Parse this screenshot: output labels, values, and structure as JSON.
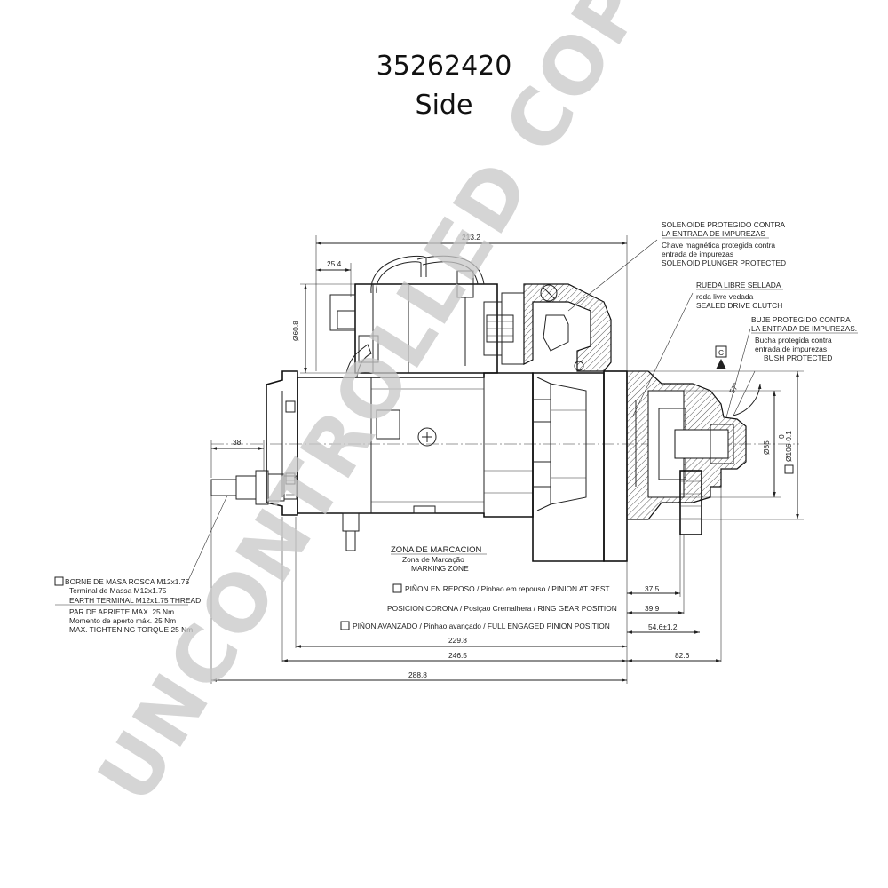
{
  "header": {
    "part_number": "35262420",
    "view": "Side"
  },
  "watermark": "UNCONTROLLED COPY",
  "dimensions": {
    "overall_top": "213.2",
    "terminal_offset": "25.4",
    "solenoid_dia": "Ø60.8",
    "left_stub": "38",
    "flange_dia": "Ø85",
    "pilot_dia": "Ø106-0.1",
    "pilot_dia_prefix": "0",
    "angle": "57°",
    "datum": "C",
    "pinion_rest": "37.5",
    "ring_gear": "39.9",
    "pinion_engaged": "54.6±1.2",
    "d229": "229.8",
    "d246": "246.5",
    "d82": "82.6",
    "d288": "288.8"
  },
  "callouts": {
    "solenoid": [
      "SOLENOIDE PROTEGIDO CONTRA",
      "LA ENTRADA DE IMPUREZAS",
      "Chave magnética protegida contra",
      "entrada de impurezas",
      "SOLENOID PLUNGER PROTECTED"
    ],
    "clutch": [
      "RUEDA LIBRE SELLADA",
      "roda livre vedada",
      "SEALED DRIVE CLUTCH"
    ],
    "bush": [
      "BUJE PROTEGIDO CONTRA",
      "LA ENTRADA DE IMPUREZAS.",
      "Bucha protegida contra",
      "entrada de impurezas",
      "BUSH PROTECTED"
    ],
    "marking": [
      "ZONA  DE  MARCACION",
      "Zona de Marcação",
      "MARKING ZONE"
    ],
    "earth": [
      "BORNE DE MASA ROSCA M12x1.75",
      "Terminal de Massa M12x1.75",
      "EARTH TERMINAL M12x1.75 THREAD",
      "PAR DE APRIETE MAX. 25 Nm",
      "Momento de aperto máx. 25 Nm",
      "MAX. TIGHTENING TORQUE 25 Nm"
    ]
  },
  "positions": {
    "rest": "PIÑON EN REPOSO / Pinhao em repouso / PINION AT REST",
    "ring": "POSICION CORONA / Posiçao Cremalhera / RING GEAR POSITION",
    "engaged": "PIÑON AVANZADO / Pinhao avançado / FULL ENGAGED PINION POSITION"
  }
}
